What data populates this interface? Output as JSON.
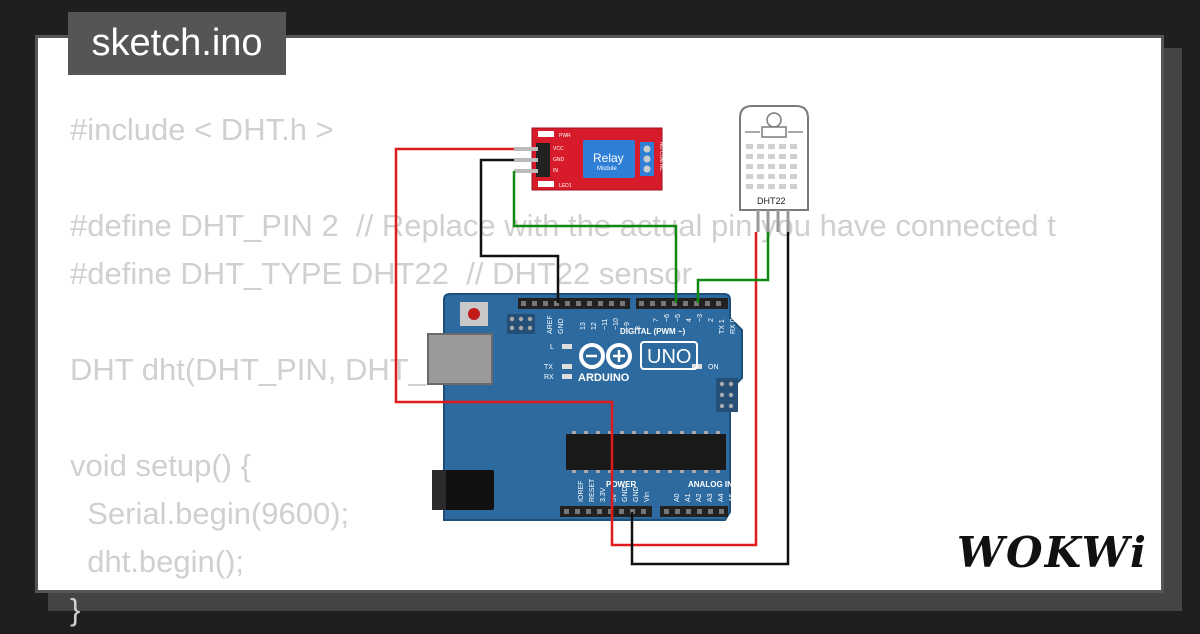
{
  "title": "sketch.ino",
  "code_lines": [
    "#include < DHT.h >",
    "",
    "#define DHT_PIN 2  // Replace with the actual pin you have connected t",
    "#define DHT_TYPE DHT22  // DHT22 sensor",
    "",
    "DHT dht(DHT_PIN, DHT_TYPE);",
    "",
    "void setup() {",
    "  Serial.begin(9600);",
    "  dht.begin();",
    "}"
  ],
  "relay": {
    "label": "Relay",
    "sublabel": "Module",
    "pins": [
      "VCC",
      "GND",
      "IN"
    ],
    "leds": [
      "PWR",
      "LED1"
    ],
    "terminals": "NO COM NC"
  },
  "dht": {
    "label": "DHT22"
  },
  "arduino": {
    "brand": "ARDUINO",
    "model": "UNO",
    "digital_label": "DIGITAL (PWM ~)",
    "power_label": "POWER",
    "analog_label": "ANALOG IN",
    "on_label": "ON",
    "l_label": "L",
    "tx_label": "TX",
    "rx_label": "RX",
    "top_pins": [
      "AREF",
      "GND",
      "13",
      "12",
      "~11",
      "~10",
      "~9",
      "8",
      "7",
      "~6",
      "~5",
      "4",
      "~3",
      "2",
      "TX 1",
      "RX 0"
    ],
    "power_pins": [
      "IOREF",
      "RESET",
      "3.3V",
      "5V",
      "GND",
      "GND",
      "Vin"
    ],
    "analog_pins": [
      "A0",
      "A1",
      "A2",
      "A3",
      "A4",
      "A5"
    ]
  },
  "logo": "WOKWi",
  "colors": {
    "wire_red": "#e01b1b",
    "wire_black": "#111111",
    "wire_green": "#118811",
    "board": "#2d6aa0",
    "relay": "#d81b2b"
  }
}
